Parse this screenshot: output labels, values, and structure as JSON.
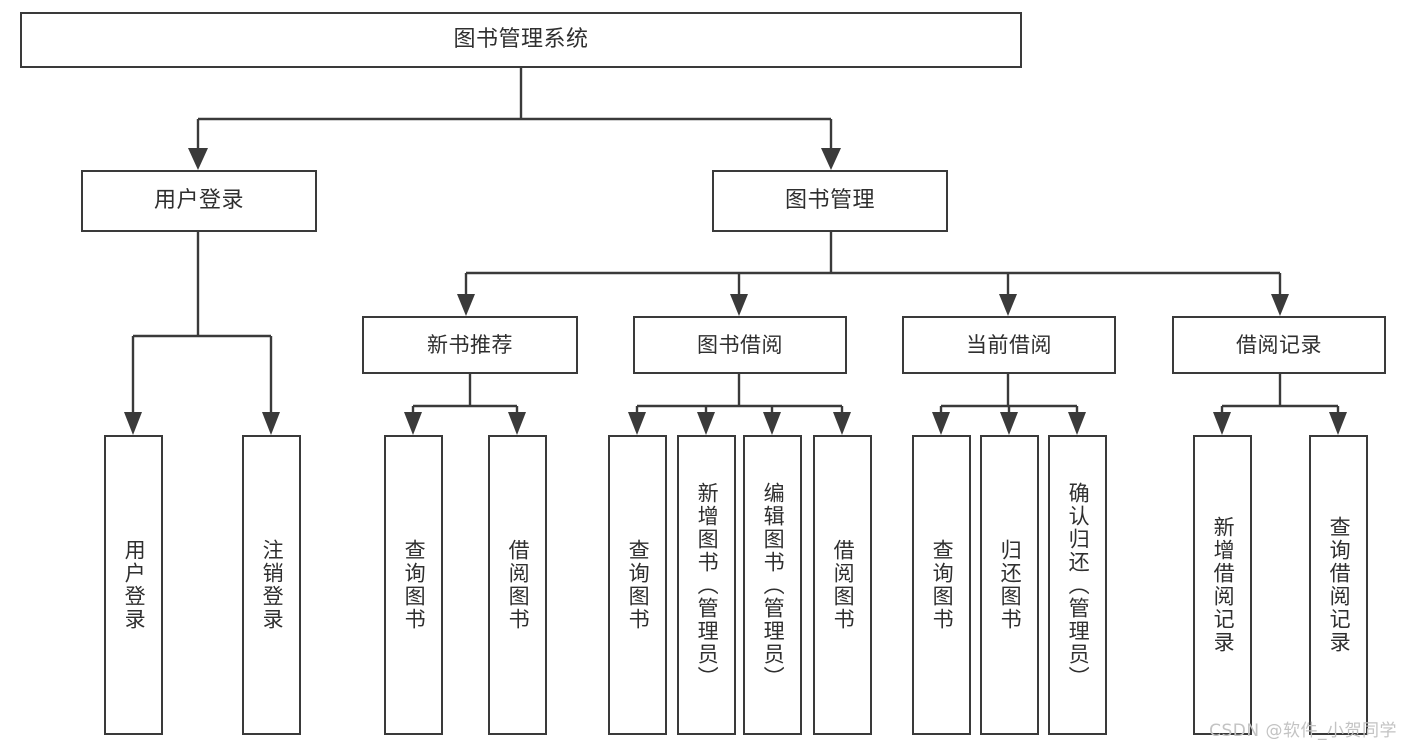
{
  "diagram": {
    "title": "图书管理系统",
    "type": "tree",
    "root": {
      "label": "图书管理系统"
    },
    "level2": [
      {
        "id": "user-login",
        "label": "用户登录"
      },
      {
        "id": "book-management",
        "label": "图书管理"
      }
    ],
    "level3": [
      {
        "id": "new-book-recommend",
        "label": "新书推荐"
      },
      {
        "id": "book-borrow",
        "label": "图书借阅"
      },
      {
        "id": "current-borrow",
        "label": "当前借阅"
      },
      {
        "id": "borrow-record",
        "label": "借阅记录"
      }
    ],
    "leaves": {
      "user_login": [
        {
          "id": "leaf-user-login",
          "label": "用户登录"
        },
        {
          "id": "leaf-user-logout",
          "label": "注销登录"
        }
      ],
      "new_book_recommend": [
        {
          "id": "leaf-query-book-1",
          "label": "查询图书"
        },
        {
          "id": "leaf-borrow-book-1",
          "label": "借阅图书"
        }
      ],
      "book_borrow": [
        {
          "id": "leaf-query-book-2",
          "label": "查询图书"
        },
        {
          "id": "leaf-add-book",
          "label": "新增图书（管理员）"
        },
        {
          "id": "leaf-edit-book",
          "label": "编辑图书（管理员）"
        },
        {
          "id": "leaf-borrow-book-2",
          "label": "借阅图书"
        }
      ],
      "current_borrow": [
        {
          "id": "leaf-query-book-3",
          "label": "查询图书"
        },
        {
          "id": "leaf-return-book",
          "label": "归还图书"
        },
        {
          "id": "leaf-confirm-return",
          "label": "确认归还（管理员）"
        }
      ],
      "borrow_record": [
        {
          "id": "leaf-add-record",
          "label": "新增借阅记录"
        },
        {
          "id": "leaf-query-record",
          "label": "查询借阅记录"
        }
      ]
    }
  },
  "watermark": {
    "text": "CSDN @软件_小贺同学"
  },
  "colors": {
    "stroke": "#3a3a3a",
    "text": "#2f2f2f",
    "background": "#ffffff",
    "watermark": "#c3c3c3"
  }
}
